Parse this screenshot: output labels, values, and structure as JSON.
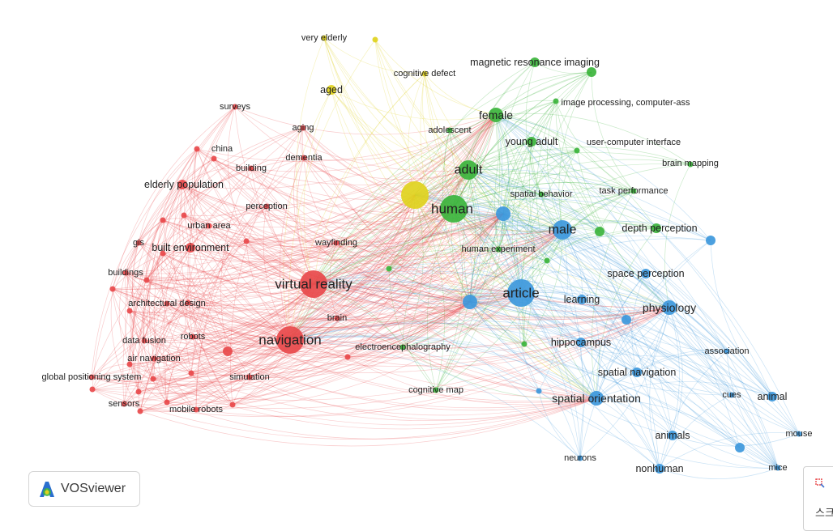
{
  "brand": {
    "label": "VOSviewer"
  },
  "corner_widget": {
    "text": "스크"
  },
  "clusters": {
    "red": "#e8494b",
    "green": "#3cb43c",
    "blue": "#3d98dc",
    "yellow": "#e0d21e"
  },
  "network": {
    "nodes": [
      {
        "label": "very elderly",
        "cluster": "yellow",
        "weight": 1
      },
      {
        "label": "",
        "cluster": "yellow",
        "weight": 1
      },
      {
        "label": "cognitive defect",
        "cluster": "yellow",
        "weight": 1
      },
      {
        "label": "aged",
        "cluster": "yellow",
        "weight": 2
      },
      {
        "label": "",
        "cluster": "yellow",
        "weight": 5
      },
      {
        "label": "magnetic resonance imaging",
        "cluster": "green",
        "weight": 2
      },
      {
        "label": "",
        "cluster": "green",
        "weight": 2
      },
      {
        "label": "image processing, computer-ass",
        "cluster": "green",
        "weight": 1
      },
      {
        "label": "female",
        "cluster": "green",
        "weight": 3
      },
      {
        "label": "adolescent",
        "cluster": "green",
        "weight": 1
      },
      {
        "label": "young adult",
        "cluster": "green",
        "weight": 2
      },
      {
        "label": "user-computer interface",
        "cluster": "green",
        "weight": 1
      },
      {
        "label": "brain mapping",
        "cluster": "green",
        "weight": 1
      },
      {
        "label": "adult",
        "cluster": "green",
        "weight": 4
      },
      {
        "label": "task performance",
        "cluster": "green",
        "weight": 1
      },
      {
        "label": "spatial behavior",
        "cluster": "green",
        "weight": 1
      },
      {
        "label": "human",
        "cluster": "green",
        "weight": 5
      },
      {
        "label": "depth perception",
        "cluster": "green",
        "weight": 2
      },
      {
        "label": "",
        "cluster": "green",
        "weight": 2
      },
      {
        "label": "human experiment",
        "cluster": "green",
        "weight": 1
      },
      {
        "label": "",
        "cluster": "green",
        "weight": 1
      },
      {
        "label": "",
        "cluster": "green",
        "weight": 1
      },
      {
        "label": "electroencephalography",
        "cluster": "green",
        "weight": 1
      },
      {
        "label": "cognitive map",
        "cluster": "green",
        "weight": 1
      },
      {
        "label": "",
        "cluster": "green",
        "weight": 1
      },
      {
        "label": "male",
        "cluster": "blue",
        "weight": 4
      },
      {
        "label": "",
        "cluster": "blue",
        "weight": 3
      },
      {
        "label": "",
        "cluster": "blue",
        "weight": 2
      },
      {
        "label": "article",
        "cluster": "blue",
        "weight": 5
      },
      {
        "label": "",
        "cluster": "blue",
        "weight": 3
      },
      {
        "label": "space perception",
        "cluster": "blue",
        "weight": 2
      },
      {
        "label": "learning",
        "cluster": "blue",
        "weight": 2
      },
      {
        "label": "physiology",
        "cluster": "blue",
        "weight": 3
      },
      {
        "label": "",
        "cluster": "blue",
        "weight": 2
      },
      {
        "label": "hippocampus",
        "cluster": "blue",
        "weight": 2
      },
      {
        "label": "association",
        "cluster": "blue",
        "weight": 1
      },
      {
        "label": "spatial navigation",
        "cluster": "blue",
        "weight": 2
      },
      {
        "label": "cues",
        "cluster": "blue",
        "weight": 1
      },
      {
        "label": "animal",
        "cluster": "blue",
        "weight": 2
      },
      {
        "label": "spatial orientation",
        "cluster": "blue",
        "weight": 3
      },
      {
        "label": "",
        "cluster": "blue",
        "weight": 1
      },
      {
        "label": "animals",
        "cluster": "blue",
        "weight": 2
      },
      {
        "label": "",
        "cluster": "blue",
        "weight": 2
      },
      {
        "label": "mouse",
        "cluster": "blue",
        "weight": 1
      },
      {
        "label": "neurons",
        "cluster": "blue",
        "weight": 1
      },
      {
        "label": "nonhuman",
        "cluster": "blue",
        "weight": 2
      },
      {
        "label": "mice",
        "cluster": "blue",
        "weight": 1
      },
      {
        "label": "surveys",
        "cluster": "red",
        "weight": 1
      },
      {
        "label": "aging",
        "cluster": "red",
        "weight": 1
      },
      {
        "label": "china",
        "cluster": "red",
        "weight": 1
      },
      {
        "label": "",
        "cluster": "red",
        "weight": 1
      },
      {
        "label": "dementia",
        "cluster": "red",
        "weight": 1
      },
      {
        "label": "building",
        "cluster": "red",
        "weight": 1
      },
      {
        "label": "elderly population",
        "cluster": "red",
        "weight": 2
      },
      {
        "label": "perception",
        "cluster": "red",
        "weight": 1
      },
      {
        "label": "",
        "cluster": "red",
        "weight": 1
      },
      {
        "label": "urban area",
        "cluster": "red",
        "weight": 1
      },
      {
        "label": "",
        "cluster": "red",
        "weight": 1
      },
      {
        "label": "gis",
        "cluster": "red",
        "weight": 1
      },
      {
        "label": "built environment",
        "cluster": "red",
        "weight": 2
      },
      {
        "label": "",
        "cluster": "red",
        "weight": 1
      },
      {
        "label": "wayfinding",
        "cluster": "red",
        "weight": 1
      },
      {
        "label": "",
        "cluster": "red",
        "weight": 1
      },
      {
        "label": "buildings",
        "cluster": "red",
        "weight": 1
      },
      {
        "label": "",
        "cluster": "red",
        "weight": 1
      },
      {
        "label": "",
        "cluster": "red",
        "weight": 1
      },
      {
        "label": "virtual reality",
        "cluster": "red",
        "weight": 5
      },
      {
        "label": "architectural design",
        "cluster": "red",
        "weight": 1
      },
      {
        "label": "",
        "cluster": "red",
        "weight": 1
      },
      {
        "label": "",
        "cluster": "red",
        "weight": 1
      },
      {
        "label": "brain",
        "cluster": "red",
        "weight": 1
      },
      {
        "label": "robots",
        "cluster": "red",
        "weight": 1
      },
      {
        "label": "navigation",
        "cluster": "red",
        "weight": 5
      },
      {
        "label": "data fusion",
        "cluster": "red",
        "weight": 1
      },
      {
        "label": "",
        "cluster": "red",
        "weight": 2
      },
      {
        "label": "air navigation",
        "cluster": "red",
        "weight": 1
      },
      {
        "label": "",
        "cluster": "red",
        "weight": 1
      },
      {
        "label": "global positioning system",
        "cluster": "red",
        "weight": 1
      },
      {
        "label": "",
        "cluster": "red",
        "weight": 1
      },
      {
        "label": "",
        "cluster": "red",
        "weight": 1
      },
      {
        "label": "simulation",
        "cluster": "red",
        "weight": 1
      },
      {
        "label": "",
        "cluster": "red",
        "weight": 1
      },
      {
        "label": "sensors",
        "cluster": "red",
        "weight": 1
      },
      {
        "label": "",
        "cluster": "red",
        "weight": 1
      },
      {
        "label": "",
        "cluster": "red",
        "weight": 1
      },
      {
        "label": "mobile robots",
        "cluster": "red",
        "weight": 1
      },
      {
        "label": "",
        "cluster": "red",
        "weight": 1
      },
      {
        "label": "",
        "cluster": "red",
        "weight": 1
      },
      {
        "label": "",
        "cluster": "red",
        "weight": 1
      }
    ]
  }
}
